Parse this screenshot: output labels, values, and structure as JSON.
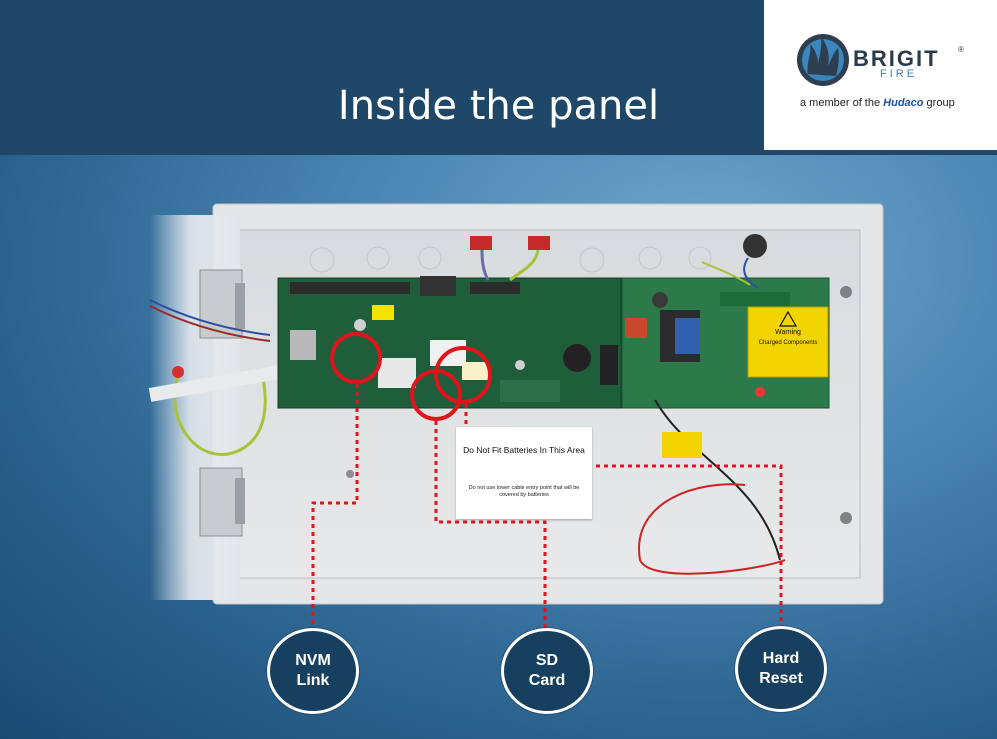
{
  "header": {
    "title": "Inside the panel"
  },
  "logo": {
    "word": "BRIGIT",
    "registered": "®",
    "sub": "FIRE",
    "tag_prefix": "a member of the ",
    "tag_brand": "Hudaco",
    "tag_suffix": " group"
  },
  "notice": {
    "title": "Do Not Fit Batteries In This Area",
    "subtitle": "Do not use lower cable entry point that will be covered by batteries"
  },
  "warning_label": {
    "heading": "Warning",
    "text": "Charged Components"
  },
  "callouts": [
    {
      "label": "NVM\nLink"
    },
    {
      "label": "SD\nCard"
    },
    {
      "label": "Hard\nReset"
    }
  ],
  "colors": {
    "header_bg": "#1f4868",
    "callout_bg": "#173f60",
    "highlight_red": "#e0141c",
    "board_green": "#1f5e3a",
    "brand_blue": "#1f4fa0"
  }
}
